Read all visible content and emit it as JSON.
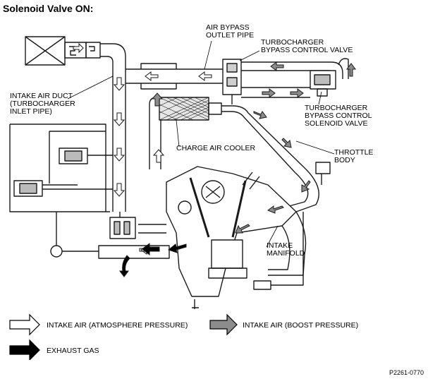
{
  "title": "Solenoid Valve ON:",
  "labels": {
    "air_bypass_outlet_pipe": "AIR BYPASS\nOUTLET PIPE",
    "bypass_control_valve": "TURBOCHARGER\nBYPASS CONTROL VALVE",
    "intake_air_duct": "INTAKE AIR DUCT\n(TURBOCHARGER\nINLET PIPE)",
    "bypass_solenoid_valve": "TURBOCHARGER\nBYPASS CONTROL\nSOLENOID VALVE",
    "charge_air_cooler": "CHARGE AIR COOLER",
    "throttle_body": "THROTTLE\nBODY",
    "intake_manifold": "INTAKE\nMANIFOLD"
  },
  "legend": {
    "intake_atm": "INTAKE AIR (ATMOSPHERE PRESSURE)",
    "intake_boost": "INTAKE AIR (BOOST PRESSURE)",
    "exhaust": "EXHAUST GAS"
  },
  "figure_code": "P2261-0770",
  "colors": {
    "atm_arrow": "#ffffff",
    "boost_arrow": "#8c8c8c",
    "exhaust_arrow": "#000000",
    "line": "#1a1a1a"
  }
}
